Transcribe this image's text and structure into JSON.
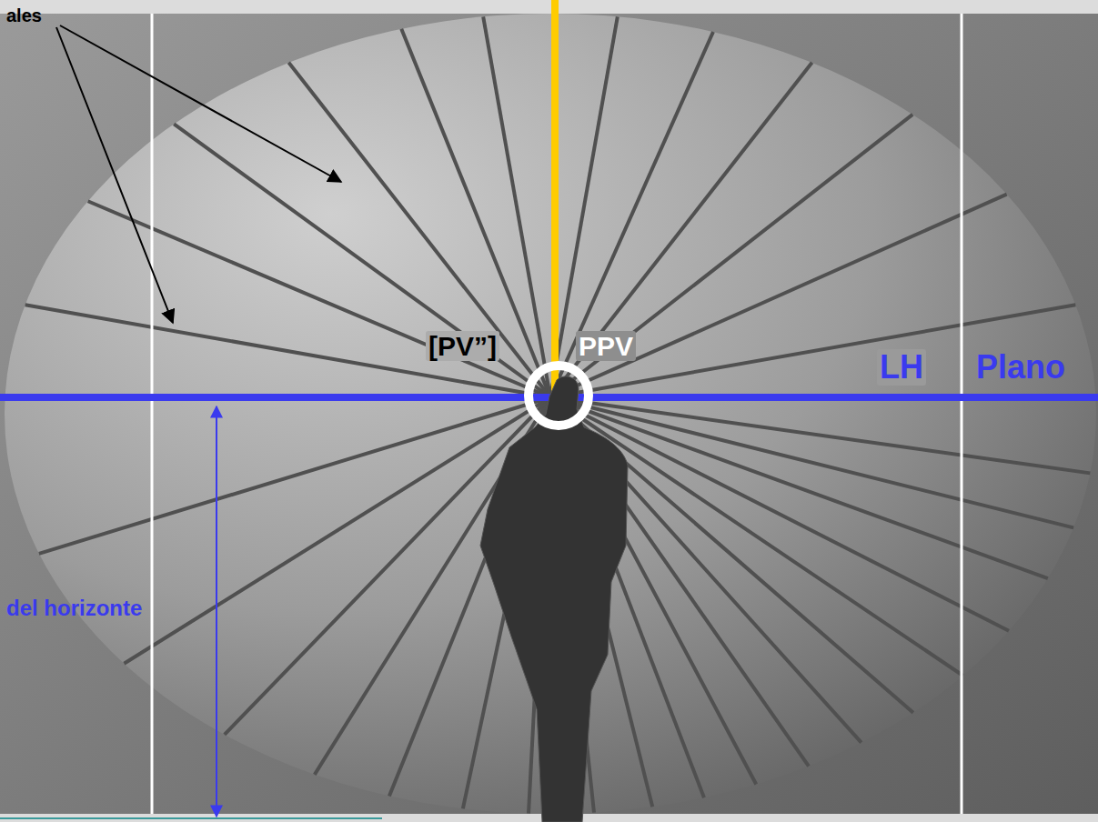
{
  "diagram": {
    "labels": [
      "ales",
      "[PV”]",
      "PPV",
      "LH",
      "Plano",
      "del horizonte"
    ]
  }
}
